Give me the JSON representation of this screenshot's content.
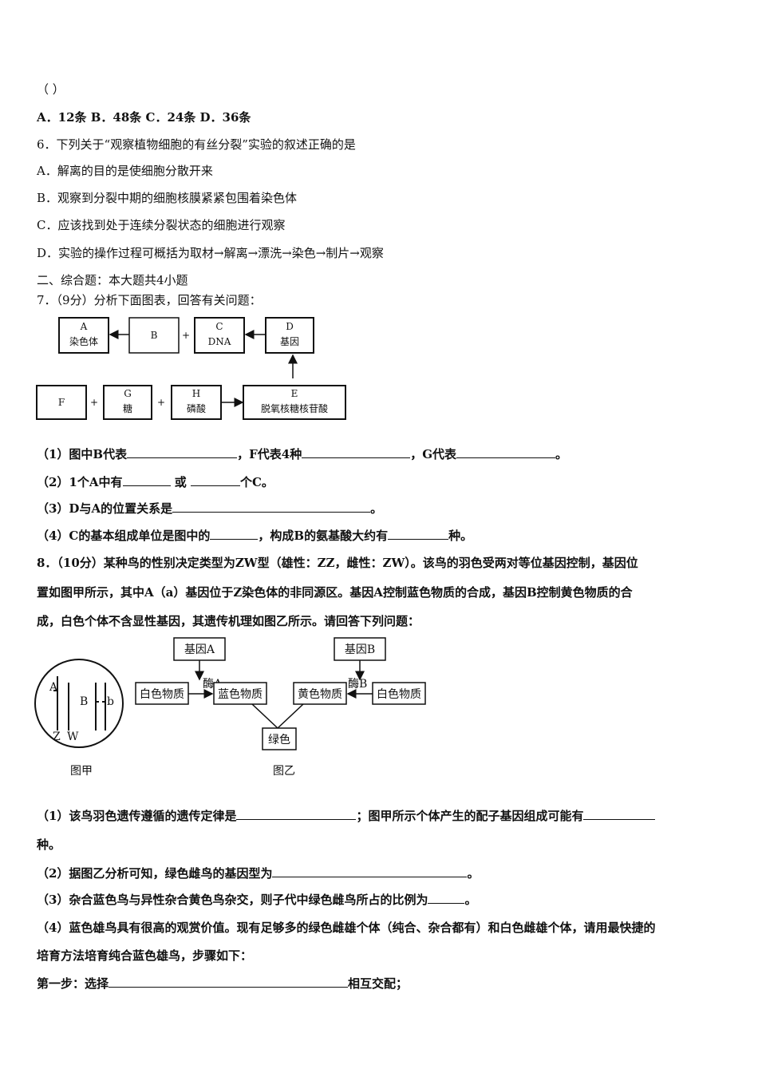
{
  "lines": {
    "l0": "（    ）",
    "l1": "A．12条 B．48条 C．24条 D．36条",
    "l2": "6．下列关于“观察植物细胞的有丝分裂”实验的叙述正确的是",
    "l3": "A．解离的目的是使细胞分散开来",
    "l4": "B．观察到分裂中期的细胞核膜紧紧包围着染色体",
    "l5": "C．应该找到处于连续分裂状态的细胞进行观察",
    "l6": "D．实验的操作过程可概括为取材→解离→漂洗→染色→制片→观察",
    "l7": "二、综合题：本大题共4小题",
    "l8": "7．（9分）分析下面图表，回答有关问题："
  },
  "q7": {
    "s1a": "（1）图中B代表",
    "s1b": "，F代表4种",
    "s1c": "，G代表",
    "s1d": "。",
    "s2a": "（2）1个A中有",
    "s2b": " 或 ",
    "s2c": "个C。",
    "s3a": "（3）D与A的位置关系是",
    "s3b": "。",
    "s4a": "（4）C的基本组成单位是图中的",
    "s4b": "，构成B的氨基酸大约有",
    "s4c": "种。"
  },
  "q8": {
    "p1": "8．（10分）某种鸟的性别决定类型为ZW型（雄性：ZZ，雌性：ZW）。该鸟的羽色受两对等位基因控制，基因位",
    "p2": "置如图甲所示，其中A（a）基因位于Z染色体的非同源区。基因A控制蓝色物质的合成，基因B控制黄色物质的合",
    "p3": "成，白色个体不含显性基因，其遗传机理如图乙所示。请回答下列问题：",
    "s1a": "（1）该鸟羽色遗传遵循的遗传定律是",
    "s1b": "；图甲所示个体产生的配子基因组成可能有",
    "s1c": "种。",
    "s2a": "（2）据图乙分析可知，绿色雌鸟的基因型为",
    "s2b": "。",
    "s3a": "（3）杂合蓝色鸟与异性杂合黄色鸟杂交，则子代中绿色雌鸟所占的比例为",
    "s3b": "。",
    "s4a": "（4）蓝色雄鸟具有很高的观赏价值。现有足够多的绿色雌雄个体（纯合、杂合都有）和白色雌雄个体，请用最快捷的",
    "s4b": "培育方法培育纯合蓝色雄鸟，步骤如下：",
    "step1a": "第一步：选择",
    "step1b": "相互交配；"
  },
  "diagram1": {
    "A_letter": "A",
    "A_name": "染色体",
    "B_letter": "B",
    "C_letter": "C",
    "C_name": "DNA",
    "D_letter": "D",
    "D_name": "基因",
    "F_letter": "F",
    "G_letter": "G",
    "G_name": "糖",
    "H_letter": "H",
    "H_name": "磷酸",
    "E_letter": "E",
    "E_name": "脱氧核糖核苷酸",
    "plus": "+"
  },
  "diagram2": {
    "circle_A": "A",
    "circle_B": "B",
    "circle_b": "b",
    "circle_Z": "Z",
    "circle_W": "W",
    "caption_jia": "图甲",
    "geneA": "基因A",
    "geneB": "基因B",
    "enzymeA": "酶A",
    "enzymeB": "酶B",
    "white1": "白色物质",
    "blue": "蓝色物质",
    "yellow": "黄色物质",
    "white2": "白色物质",
    "green": "绿色",
    "caption_yi": "图乙"
  }
}
